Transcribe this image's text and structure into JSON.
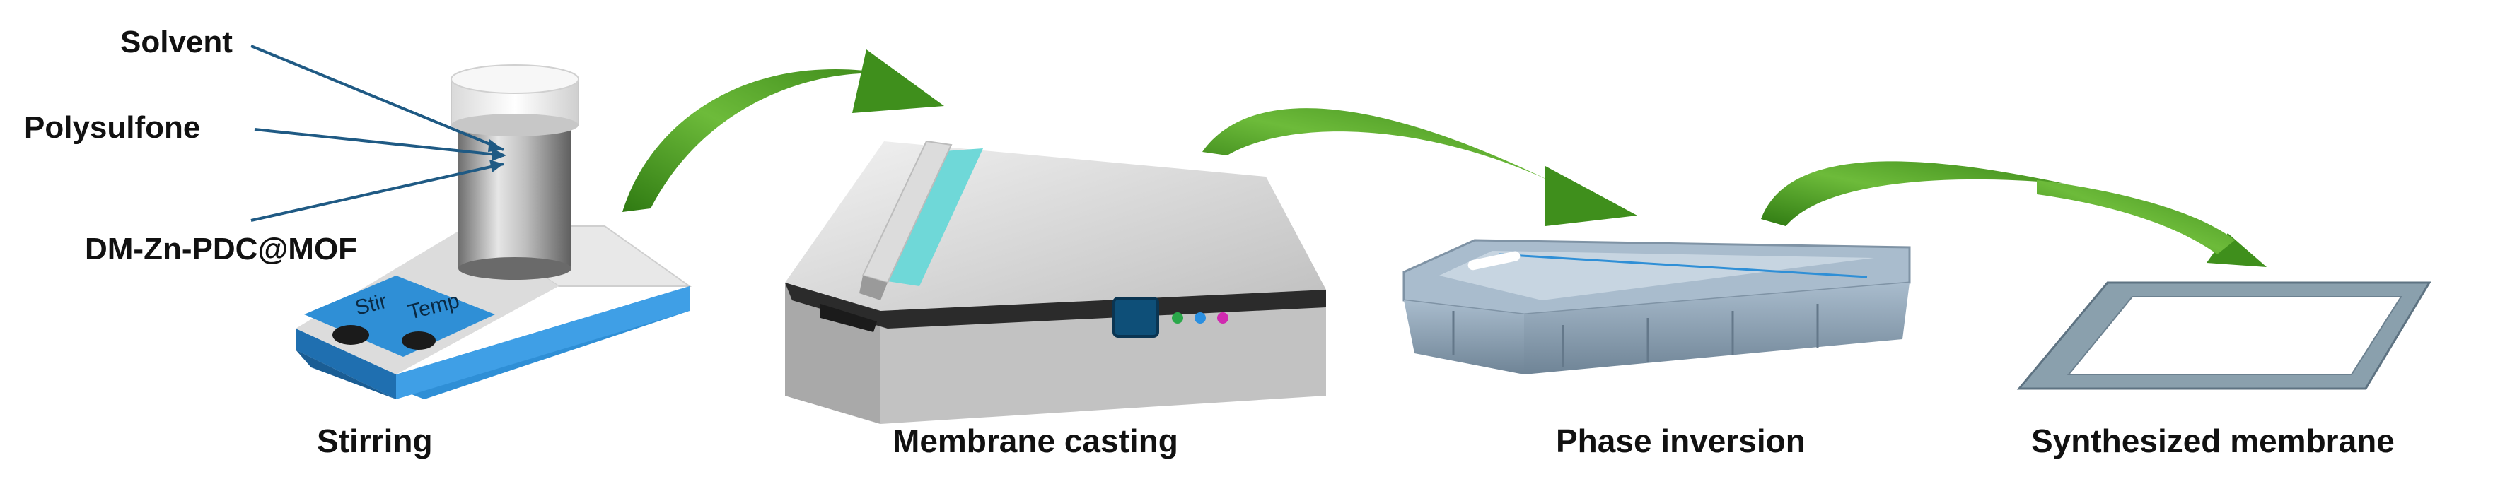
{
  "ingredients": {
    "solvent": "Solvent",
    "polysulfone": "Polysulfone",
    "mof": "DM-Zn-PDC@MOF"
  },
  "stirrer": {
    "stir_label": "Stir",
    "temp_label": "Temp"
  },
  "stages": {
    "stirring": "Stirring",
    "casting": "Membrane casting",
    "phase_inversion": "Phase inversion",
    "synthesized": "Synthesized membrane"
  },
  "colors": {
    "arrow": "#4f9a23",
    "stirrer_blue": "#2f8fd6",
    "casting_film": "#6fd8d8",
    "tray": "#8fa3b8",
    "membrane_frame": "#8aa0ad",
    "leader_line": "#1f5a84"
  }
}
